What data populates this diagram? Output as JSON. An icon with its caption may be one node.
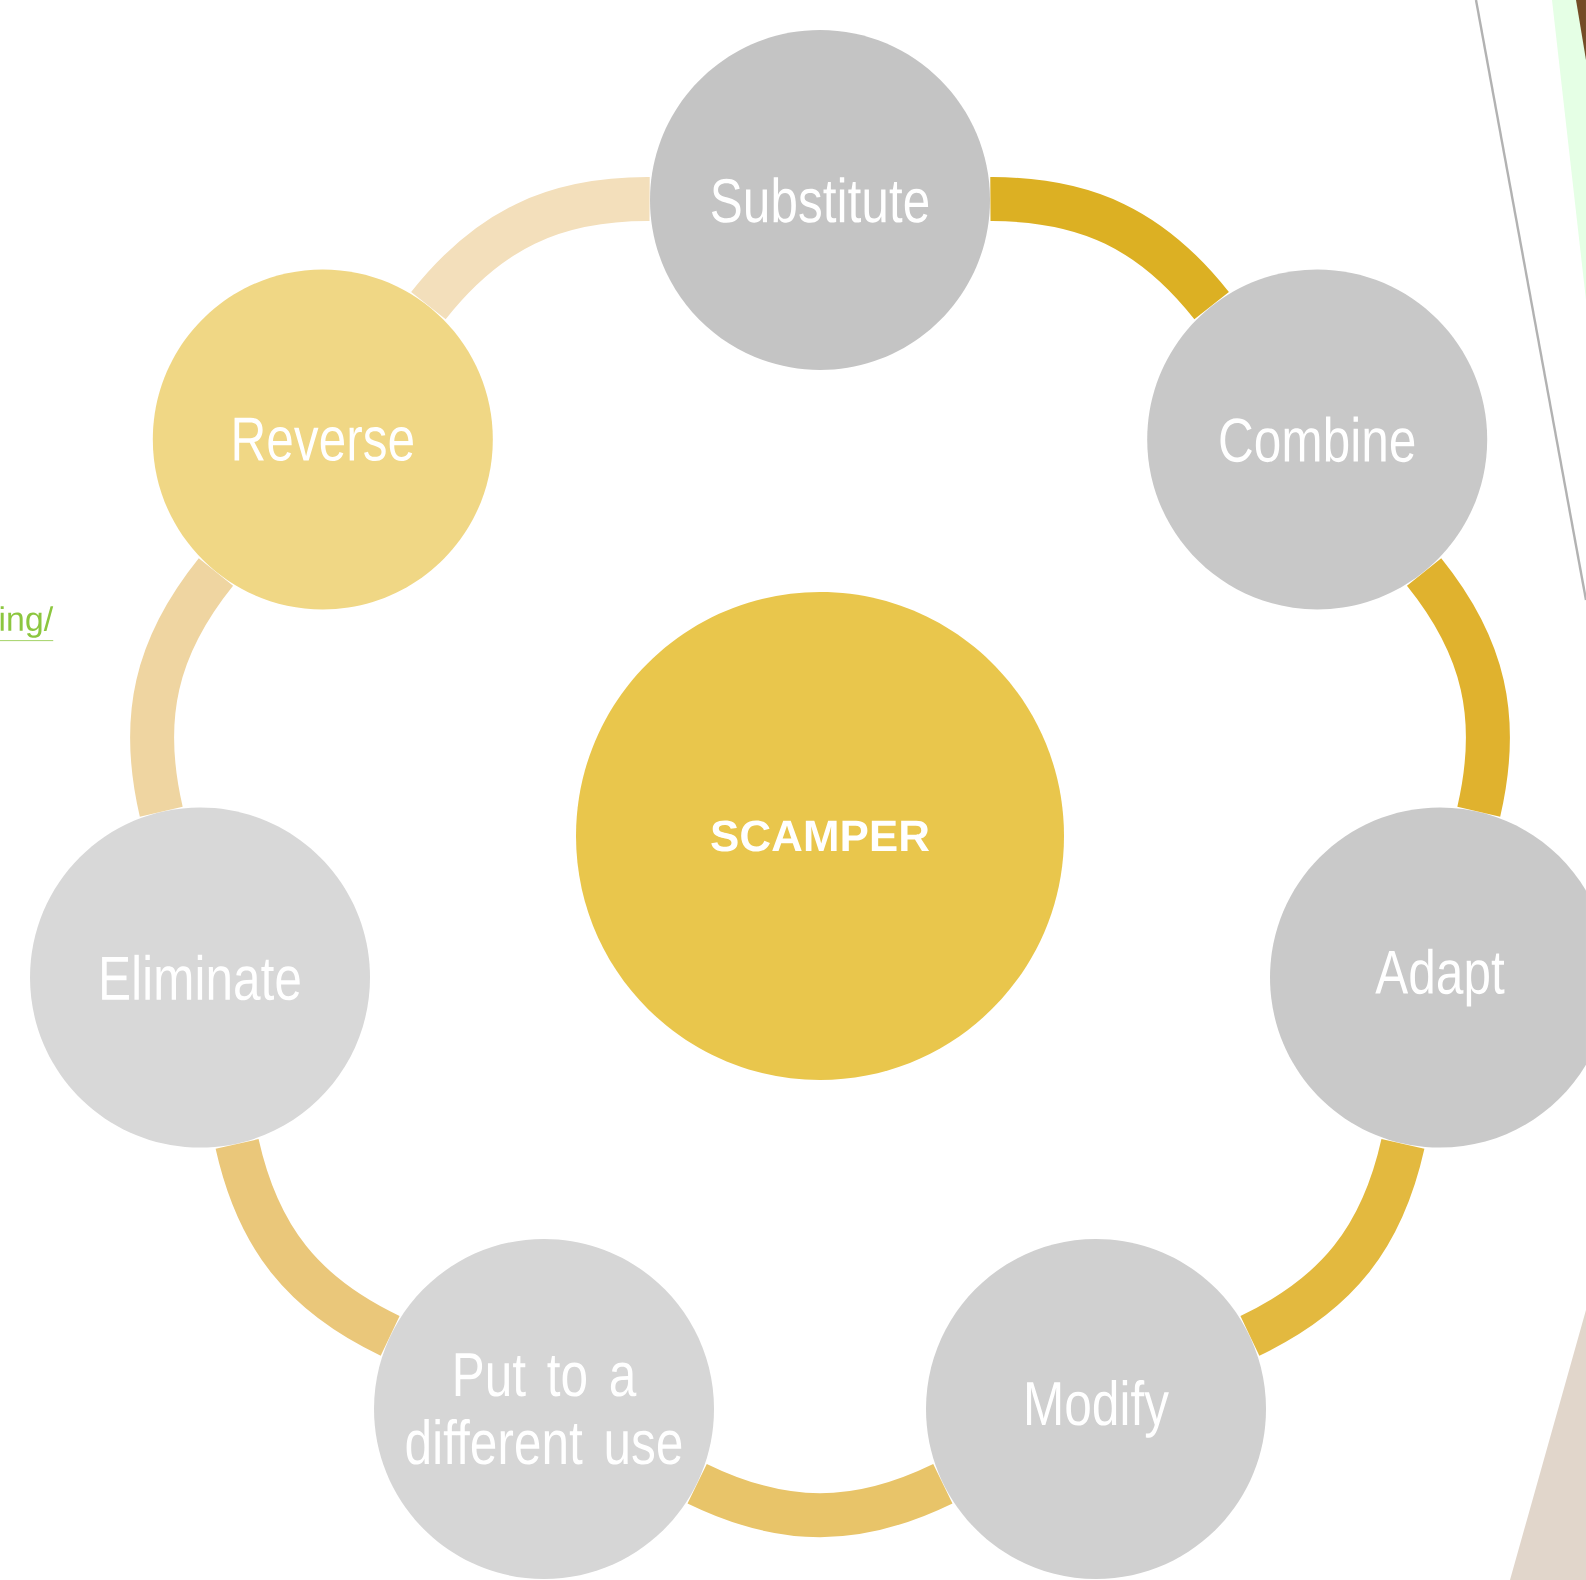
{
  "diagram": {
    "nodes": [
      {
        "text": [
          "Substitute"
        ]
      },
      {
        "text": [
          "Combine"
        ]
      },
      {
        "text": [
          "Adapt"
        ]
      },
      {
        "text": [
          "Modify"
        ]
      },
      {
        "text": [
          "Put to a different use"
        ]
      },
      {
        "text": [
          "Eliminate"
        ]
      },
      {
        "text": [
          "Reverse"
        ]
      },
      {
        "text": [
          "SCAMPER"
        ]
      }
    ],
    "edges": [
      {
        "from": 6,
        "to": 0,
        "arrow": "none",
        "color": "#f3dfbb"
      },
      {
        "from": 0,
        "to": 1,
        "arrow": "none",
        "color": "#dcb023"
      },
      {
        "from": 1,
        "to": 2,
        "arrow": "none",
        "color": "#e0b22e"
      },
      {
        "from": 2,
        "to": 3,
        "arrow": "none",
        "color": "#e3b93f"
      },
      {
        "from": 3,
        "to": 4,
        "arrow": "none",
        "color": "#e8c469"
      },
      {
        "from": 4,
        "to": 5,
        "arrow": "none",
        "color": "#eac77a"
      },
      {
        "from": 5,
        "to": 6,
        "arrow": "none",
        "color": "#efd5a1"
      }
    ],
    "labels": [
      "ing/"
    ]
  }
}
